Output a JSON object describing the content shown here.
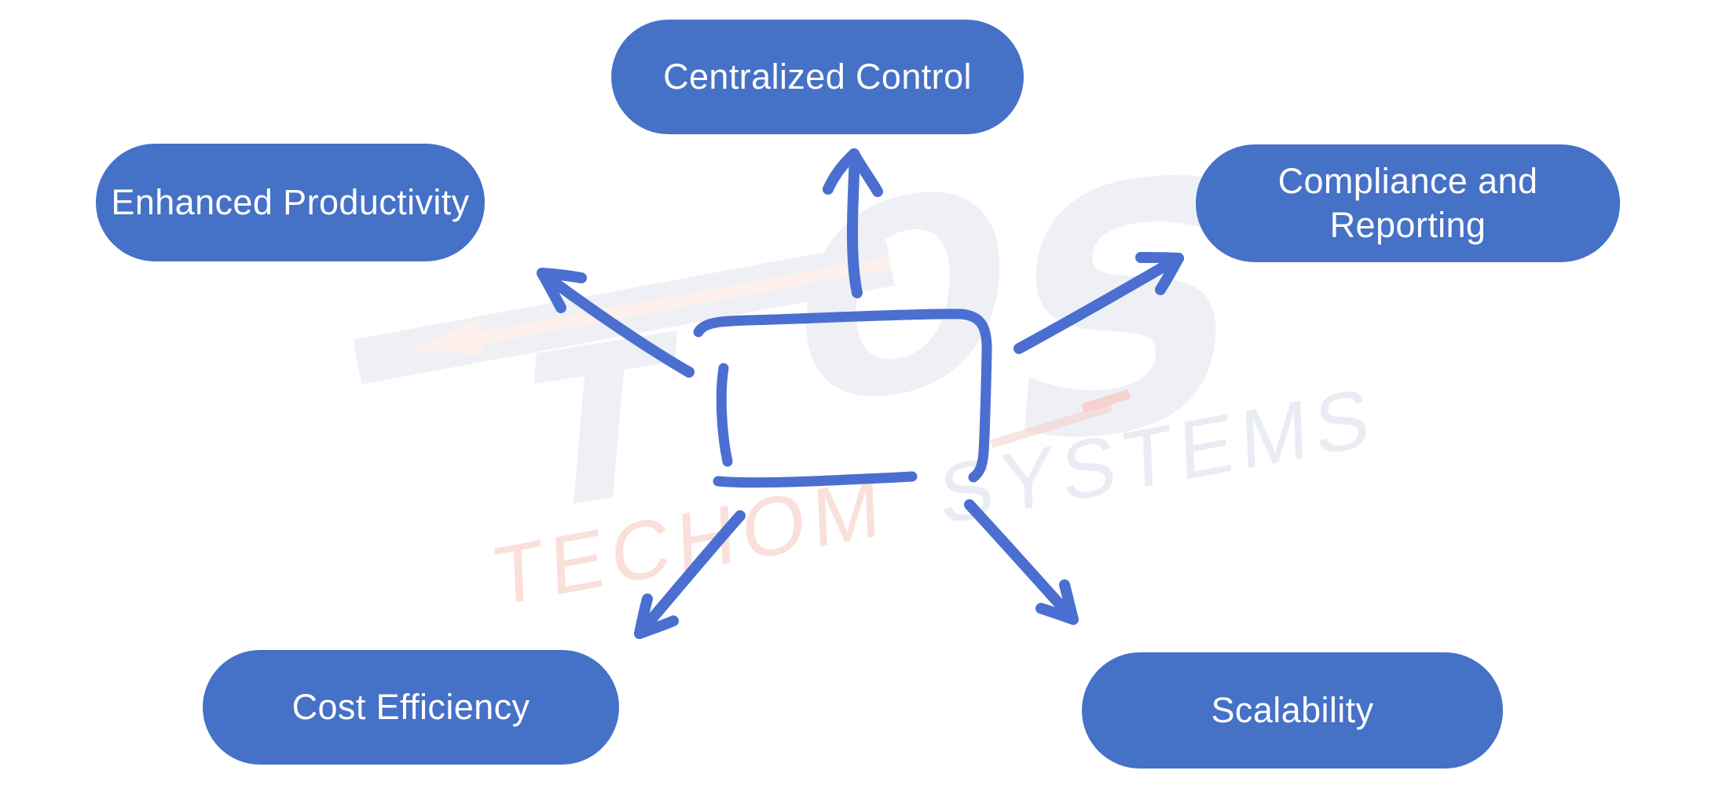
{
  "diagram": {
    "type": "hub-and-spoke",
    "center_node": {
      "id": "center",
      "shape": "hand-drawn-rectangle",
      "label": ""
    },
    "nodes": [
      {
        "id": "centralized-control",
        "label": "Centralized Control",
        "position": "top"
      },
      {
        "id": "enhanced-productivity",
        "label": "Enhanced Productivity",
        "position": "upper-left"
      },
      {
        "id": "compliance-and-reporting",
        "label": "Compliance and Reporting",
        "position": "upper-right"
      },
      {
        "id": "cost-efficiency",
        "label": "Cost Efficiency",
        "position": "bottom-left"
      },
      {
        "id": "scalability",
        "label": "Scalability",
        "position": "bottom-right"
      }
    ],
    "edges": [
      {
        "from": "center",
        "to": "centralized-control"
      },
      {
        "from": "center",
        "to": "enhanced-productivity"
      },
      {
        "from": "center",
        "to": "compliance-and-reporting"
      },
      {
        "from": "center",
        "to": "cost-efficiency"
      },
      {
        "from": "center",
        "to": "scalability"
      }
    ],
    "colors": {
      "background": "#ffffff",
      "node_fill": "#4571c7",
      "node_text": "#ffffff",
      "arrow": "#4a6fd0",
      "watermark_gray": "#eef0f6",
      "watermark_pink_light": "#fdf0ec",
      "watermark_pink_text": "#fadfda",
      "watermark_pink_dash": "#f6cdc6"
    }
  },
  "watermark": {
    "letters": [
      "T",
      "O",
      "S"
    ],
    "name": [
      "TECHOM",
      "SYSTEMS"
    ]
  }
}
